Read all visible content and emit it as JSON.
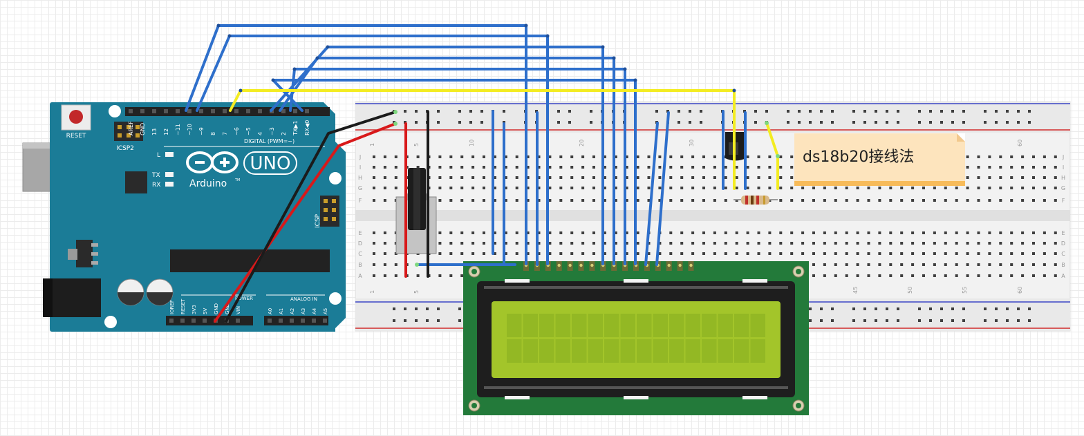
{
  "note": {
    "text": "ds18b20接线法"
  },
  "arduino": {
    "reset_label": "RESET",
    "icsp2_label": "ICSP2",
    "icsp_label": "ICSP",
    "brand": "Arduino",
    "tm": "TM",
    "model": "UNO",
    "led_l": "L",
    "led_tx": "TX",
    "led_rx": "RX",
    "digital_label": "DIGITAL (PWM=~)",
    "power_label": "POWER",
    "analog_label": "ANALOG IN",
    "digital_pins": [
      "AREF",
      "GND",
      "13",
      "12",
      "~11",
      "~10",
      "~9",
      "8",
      "7",
      "~6",
      "~5",
      "4",
      "~3",
      "2",
      "TX▶1",
      "RX◀0"
    ],
    "power_pins": [
      "IOREF",
      "RESET",
      "3V3",
      "5V",
      "GND",
      "GND",
      "VIN"
    ],
    "analog_pins": [
      "A0",
      "A1",
      "A2",
      "A3",
      "A4",
      "A5"
    ]
  },
  "breadboard": {
    "row_letters_top": [
      "J",
      "I",
      "H",
      "G",
      "F"
    ],
    "row_letters_bottom": [
      "E",
      "D",
      "C",
      "B",
      "A"
    ],
    "column_numbers_top": [
      "1",
      "5",
      "10",
      "20",
      "30",
      "60"
    ],
    "column_numbers_bottom": [
      "1",
      "5",
      "45",
      "50",
      "55",
      "60"
    ]
  },
  "colors": {
    "arduino_board": "#1b7c97",
    "wire_blue": "#2e6fcb",
    "wire_yellow": "#f3ec22",
    "wire_red": "#d8191a",
    "wire_black": "#1b1b1b",
    "lcd_pcb": "#237a3a",
    "lcd_screen": "#a3c52a",
    "note_bg": "#fde4bd"
  }
}
